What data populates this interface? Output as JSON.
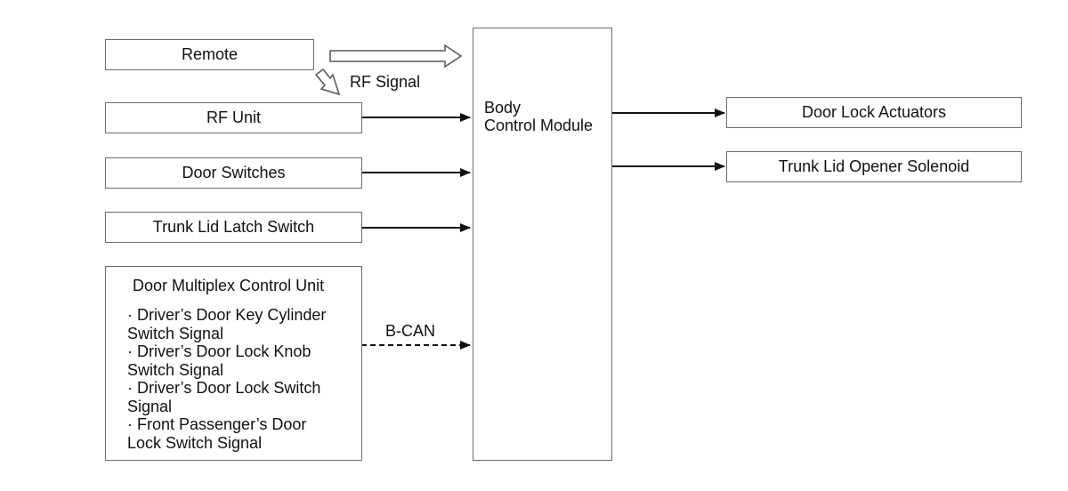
{
  "nodes": {
    "remote": "Remote",
    "rf_unit": "RF Unit",
    "door_switches": "Door Switches",
    "trunk_latch_switch": "Trunk Lid Latch Switch",
    "bcm_line1": "Body",
    "bcm_line2": "Control Module",
    "door_lock_actuators": "Door Lock Actuators",
    "trunk_opener": "Trunk Lid Opener Solenoid",
    "dmcu": {
      "title": "Door Multiplex Control Unit",
      "signals": [
        "· Driver’s Door Key Cylinder",
        "Switch Signal",
        "· Driver’s Door Lock Knob",
        "Switch Signal",
        "· Driver’s Door Lock Switch",
        "Signal",
        "· Front Passenger’s Door",
        "Lock Switch Signal"
      ]
    }
  },
  "labels": {
    "rf_signal": "RF Signal",
    "bcan": "B-CAN"
  }
}
